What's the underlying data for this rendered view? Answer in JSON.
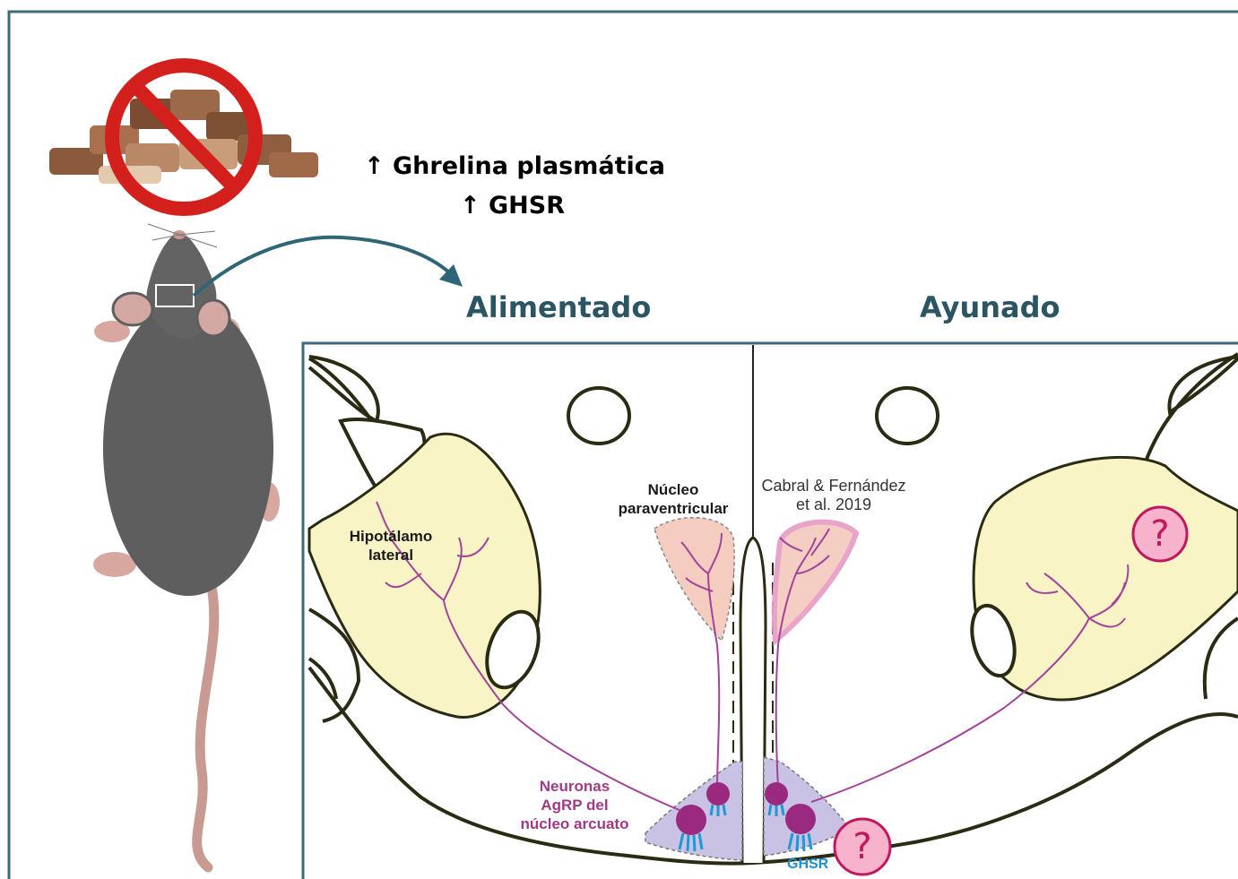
{
  "header": {
    "line1": "↑ Ghrelina plasmática",
    "line2": "↑ GHSR"
  },
  "conditions": {
    "fed": "Alimentado",
    "fasted": "Ayunado"
  },
  "labels": {
    "lateral_hypothalamus": [
      "Hipotálamo",
      "lateral"
    ],
    "paraventricular": [
      "Núcleo",
      "paraventricular"
    ],
    "citation": [
      "Cabral & Fernández",
      "et al. 2019"
    ],
    "arcuate_neurons": [
      "Neuronas",
      "AgRP del",
      "núcleo arcuato"
    ],
    "receptor": "GHSR",
    "unknown_mark": "?"
  },
  "icons": [
    "no-food-icon",
    "mouse-icon",
    "curved-arrow-icon"
  ],
  "colors": {
    "frame": "#3f6b78",
    "outline": "#2b2b14",
    "lateral_fill": "#f8f4c5",
    "pvn_fill": "#f4ccc0",
    "arcuate_fill": "#c9c2e4",
    "fiber": "#a3449a",
    "neuron": "#9a2a80",
    "receptor": "#1b9ad6",
    "question": "#f7b2cc",
    "forbidden": "#d4201d"
  }
}
